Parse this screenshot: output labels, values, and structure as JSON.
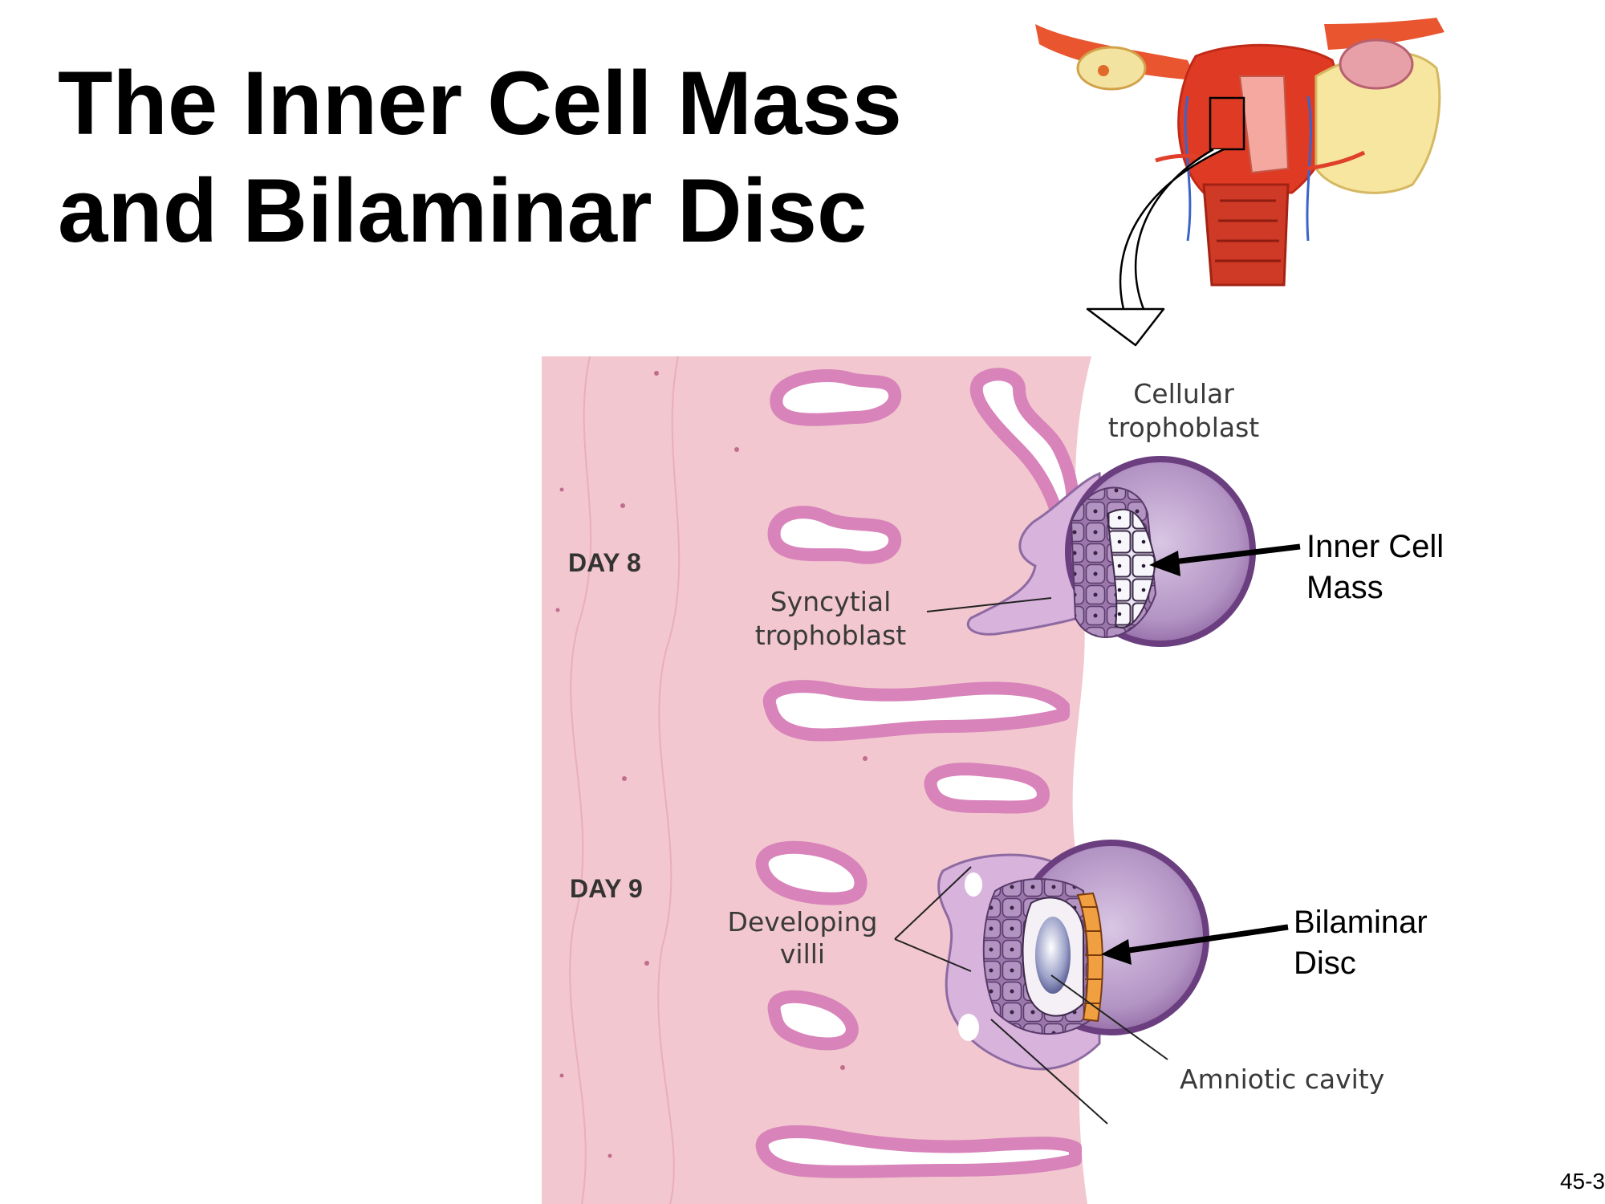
{
  "title": {
    "line1": "The Inner Cell Mass",
    "line2": "and Bilaminar Disc"
  },
  "page_number": "45-3",
  "diagram": {
    "day8": "DAY 8",
    "day9": "DAY 9",
    "labels": {
      "cellular_trophoblast_1": "Cellular",
      "cellular_trophoblast_2": "trophoblast",
      "syncytial_trophoblast_1": "Syncytial",
      "syncytial_trophoblast_2": "trophoblast",
      "developing_villi_1": "Developing",
      "developing_villi_2": "villi",
      "amniotic_cavity": "Amniotic cavity"
    },
    "callouts": {
      "inner_cell_mass_1": "Inner Cell",
      "inner_cell_mass_2": "Mass",
      "bilaminar_disc_1": "Bilaminar",
      "bilaminar_disc_2": "Disc"
    },
    "colors": {
      "endometrium": "#f2c7cf",
      "gland_wall": "#d883ba",
      "blastocyst": "#9b6fa8",
      "epiblast": "#f0a040",
      "uterus_muscle": "#e03a22",
      "broad_ligament": "#f6e6a0"
    }
  }
}
